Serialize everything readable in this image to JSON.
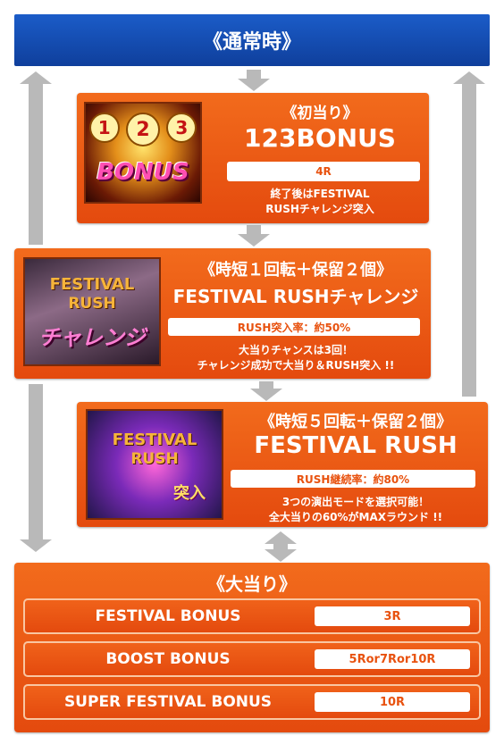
{
  "normal_state": {
    "title": "《通常時》"
  },
  "first_hit": {
    "heading": "《初当り》",
    "name": "123BONUS",
    "rounds": "4R",
    "desc_line1": "終了後はFESTIVAL",
    "desc_line2": "RUSHチャレンジ突入",
    "image_text": "BONUS",
    "image_digits": [
      "1",
      "2",
      "3"
    ]
  },
  "challenge": {
    "heading": "《時短１回転＋保留２個》",
    "name": "FESTIVAL RUSHチャレンジ",
    "rate": "RUSH突入率：約50%",
    "desc_line1": "大当りチャンスは3回！",
    "desc_line2": "チャレンジ成功で大当り＆RUSH突入 !!",
    "image_text_1": "FESTIVAL",
    "image_text_2": "RUSH",
    "image_text_3": "チャレンジ"
  },
  "rush": {
    "heading": "《時短５回転＋保留２個》",
    "name": "FESTIVAL RUSH",
    "rate": "RUSH継続率：約80%",
    "desc_line1": "3つの演出モードを選択可能！",
    "desc_line2": "全大当りの60%がMAXラウンド !!",
    "image_text_1": "FESTIVAL",
    "image_text_2": "RUSH",
    "image_text_3": "突入"
  },
  "jackpot": {
    "heading": "《大当り》",
    "rows": [
      {
        "label": "FESTIVAL BONUS",
        "rounds": "3R"
      },
      {
        "label": "BOOST BONUS",
        "rounds": "5Ror7Ror10R"
      },
      {
        "label": "SUPER FESTIVAL BONUS",
        "rounds": "10R"
      }
    ]
  },
  "colors": {
    "blue": "#1b5cc8",
    "orange": "#e8520f",
    "gray": "#b9b9b9"
  }
}
